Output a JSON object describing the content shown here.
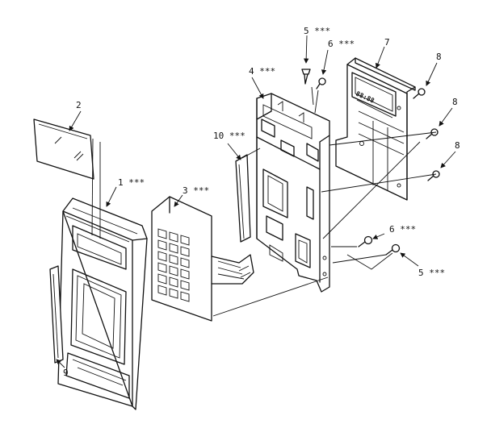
{
  "callouts": {
    "c1": "1 ***",
    "c2": "2",
    "c3": "3 ***",
    "c4": "4 ***",
    "c5a": "5 ***",
    "c5b": "5 ***",
    "c6a": "6 ***",
    "c6b": "6 ***",
    "c7": "7",
    "c8a": "8",
    "c8b": "8",
    "c8c": "8",
    "c9": "9",
    "c10": "10 ***"
  },
  "display_readout": "88:88"
}
